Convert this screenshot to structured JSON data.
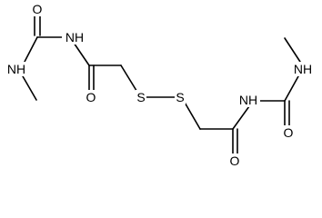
{
  "molecule": {
    "atoms": {
      "o_top_left": "O",
      "nh_top_left_amide": "NH",
      "nh_left_methyl": "NH",
      "o_left_acetyl": "O",
      "s_left": "S",
      "s_right": "S",
      "nh_right_amide": "NH",
      "nh_right_methyl": "NH",
      "o_right_urea": "O",
      "o_right_acetyl": "O"
    }
  }
}
